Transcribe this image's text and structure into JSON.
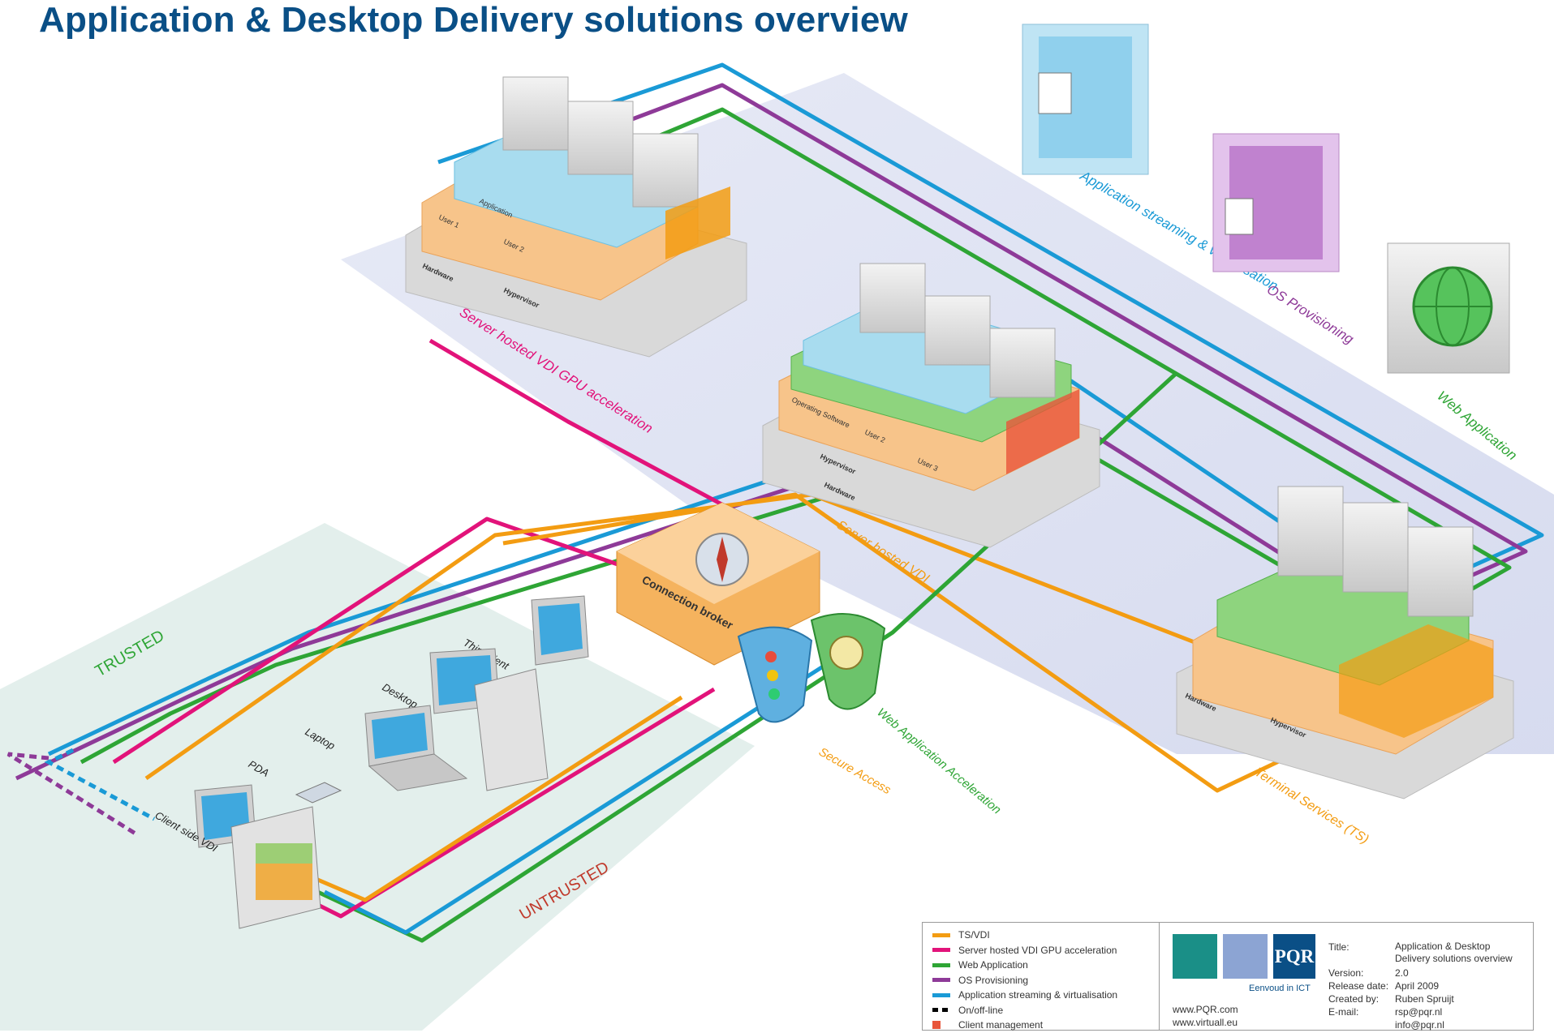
{
  "title": "Application & Desktop Delivery solutions overview",
  "zones": {
    "trusted": "TRUSTED",
    "untrusted": "UNTRUSTED"
  },
  "servers": {
    "gpu_vdi": "Server hosted VDI GPU acceleration",
    "vdi": "Server hosted VDI",
    "app_streaming": "Application streaming & virtualisation",
    "os_provisioning": "OS Provisioning",
    "web_app": "Web Application",
    "terminal_services": "Terminal Services (TS)"
  },
  "stack_labels": {
    "hardware": "Hardware",
    "hypervisor": "Hypervisor",
    "application": "Application",
    "operating_software": "Operating Software",
    "user1": "User 1",
    "user2": "User 2",
    "user3": "User 3"
  },
  "middle": {
    "connection_broker": "Connection broker",
    "secure_access": "Secure Access",
    "web_acceleration": "Web Application Acceleration"
  },
  "clients": {
    "thin_client": "Thin Client",
    "desktop": "Desktop",
    "laptop": "Laptop",
    "pda": "PDA",
    "client_side_vdi": "Client side VDI"
  },
  "colors": {
    "ts_vdi": "#f39c12",
    "gpu": "#e2137a",
    "web": "#2ea535",
    "os": "#8e3a98",
    "streaming": "#1a9ad6",
    "title": "#0a4f86"
  },
  "legend": [
    {
      "label": "TS/VDI",
      "color": "#f39c12",
      "style": "solid"
    },
    {
      "label": "Server hosted VDI GPU acceleration",
      "color": "#e2137a",
      "style": "solid"
    },
    {
      "label": "Web Application",
      "color": "#2ea535",
      "style": "solid"
    },
    {
      "label": "OS Provisioning",
      "color": "#8e3a98",
      "style": "solid"
    },
    {
      "label": "Application streaming & virtualisation",
      "color": "#1a9ad6",
      "style": "solid"
    },
    {
      "label": "On/off-line",
      "color": "#000000",
      "style": "dashed"
    },
    {
      "label": "Client management",
      "color": "#e8553a",
      "style": "square"
    }
  ],
  "info": {
    "tagline": "Eenvoud in ICT",
    "logo_text": "PQR",
    "url1": "www.PQR.com",
    "url2": "www.virtuall.eu",
    "title_label": "Title:",
    "title_value": "Application & Desktop Delivery solutions overview",
    "version_label": "Version:",
    "version_value": "2.0",
    "release_label": "Release date:",
    "release_value": "April 2009",
    "created_label": "Created by:",
    "created_value": "Ruben Spruijt",
    "email_label": "E-mail:",
    "email_value": "rsp@pqr.nl",
    "email_value2": "info@pqr.nl"
  }
}
